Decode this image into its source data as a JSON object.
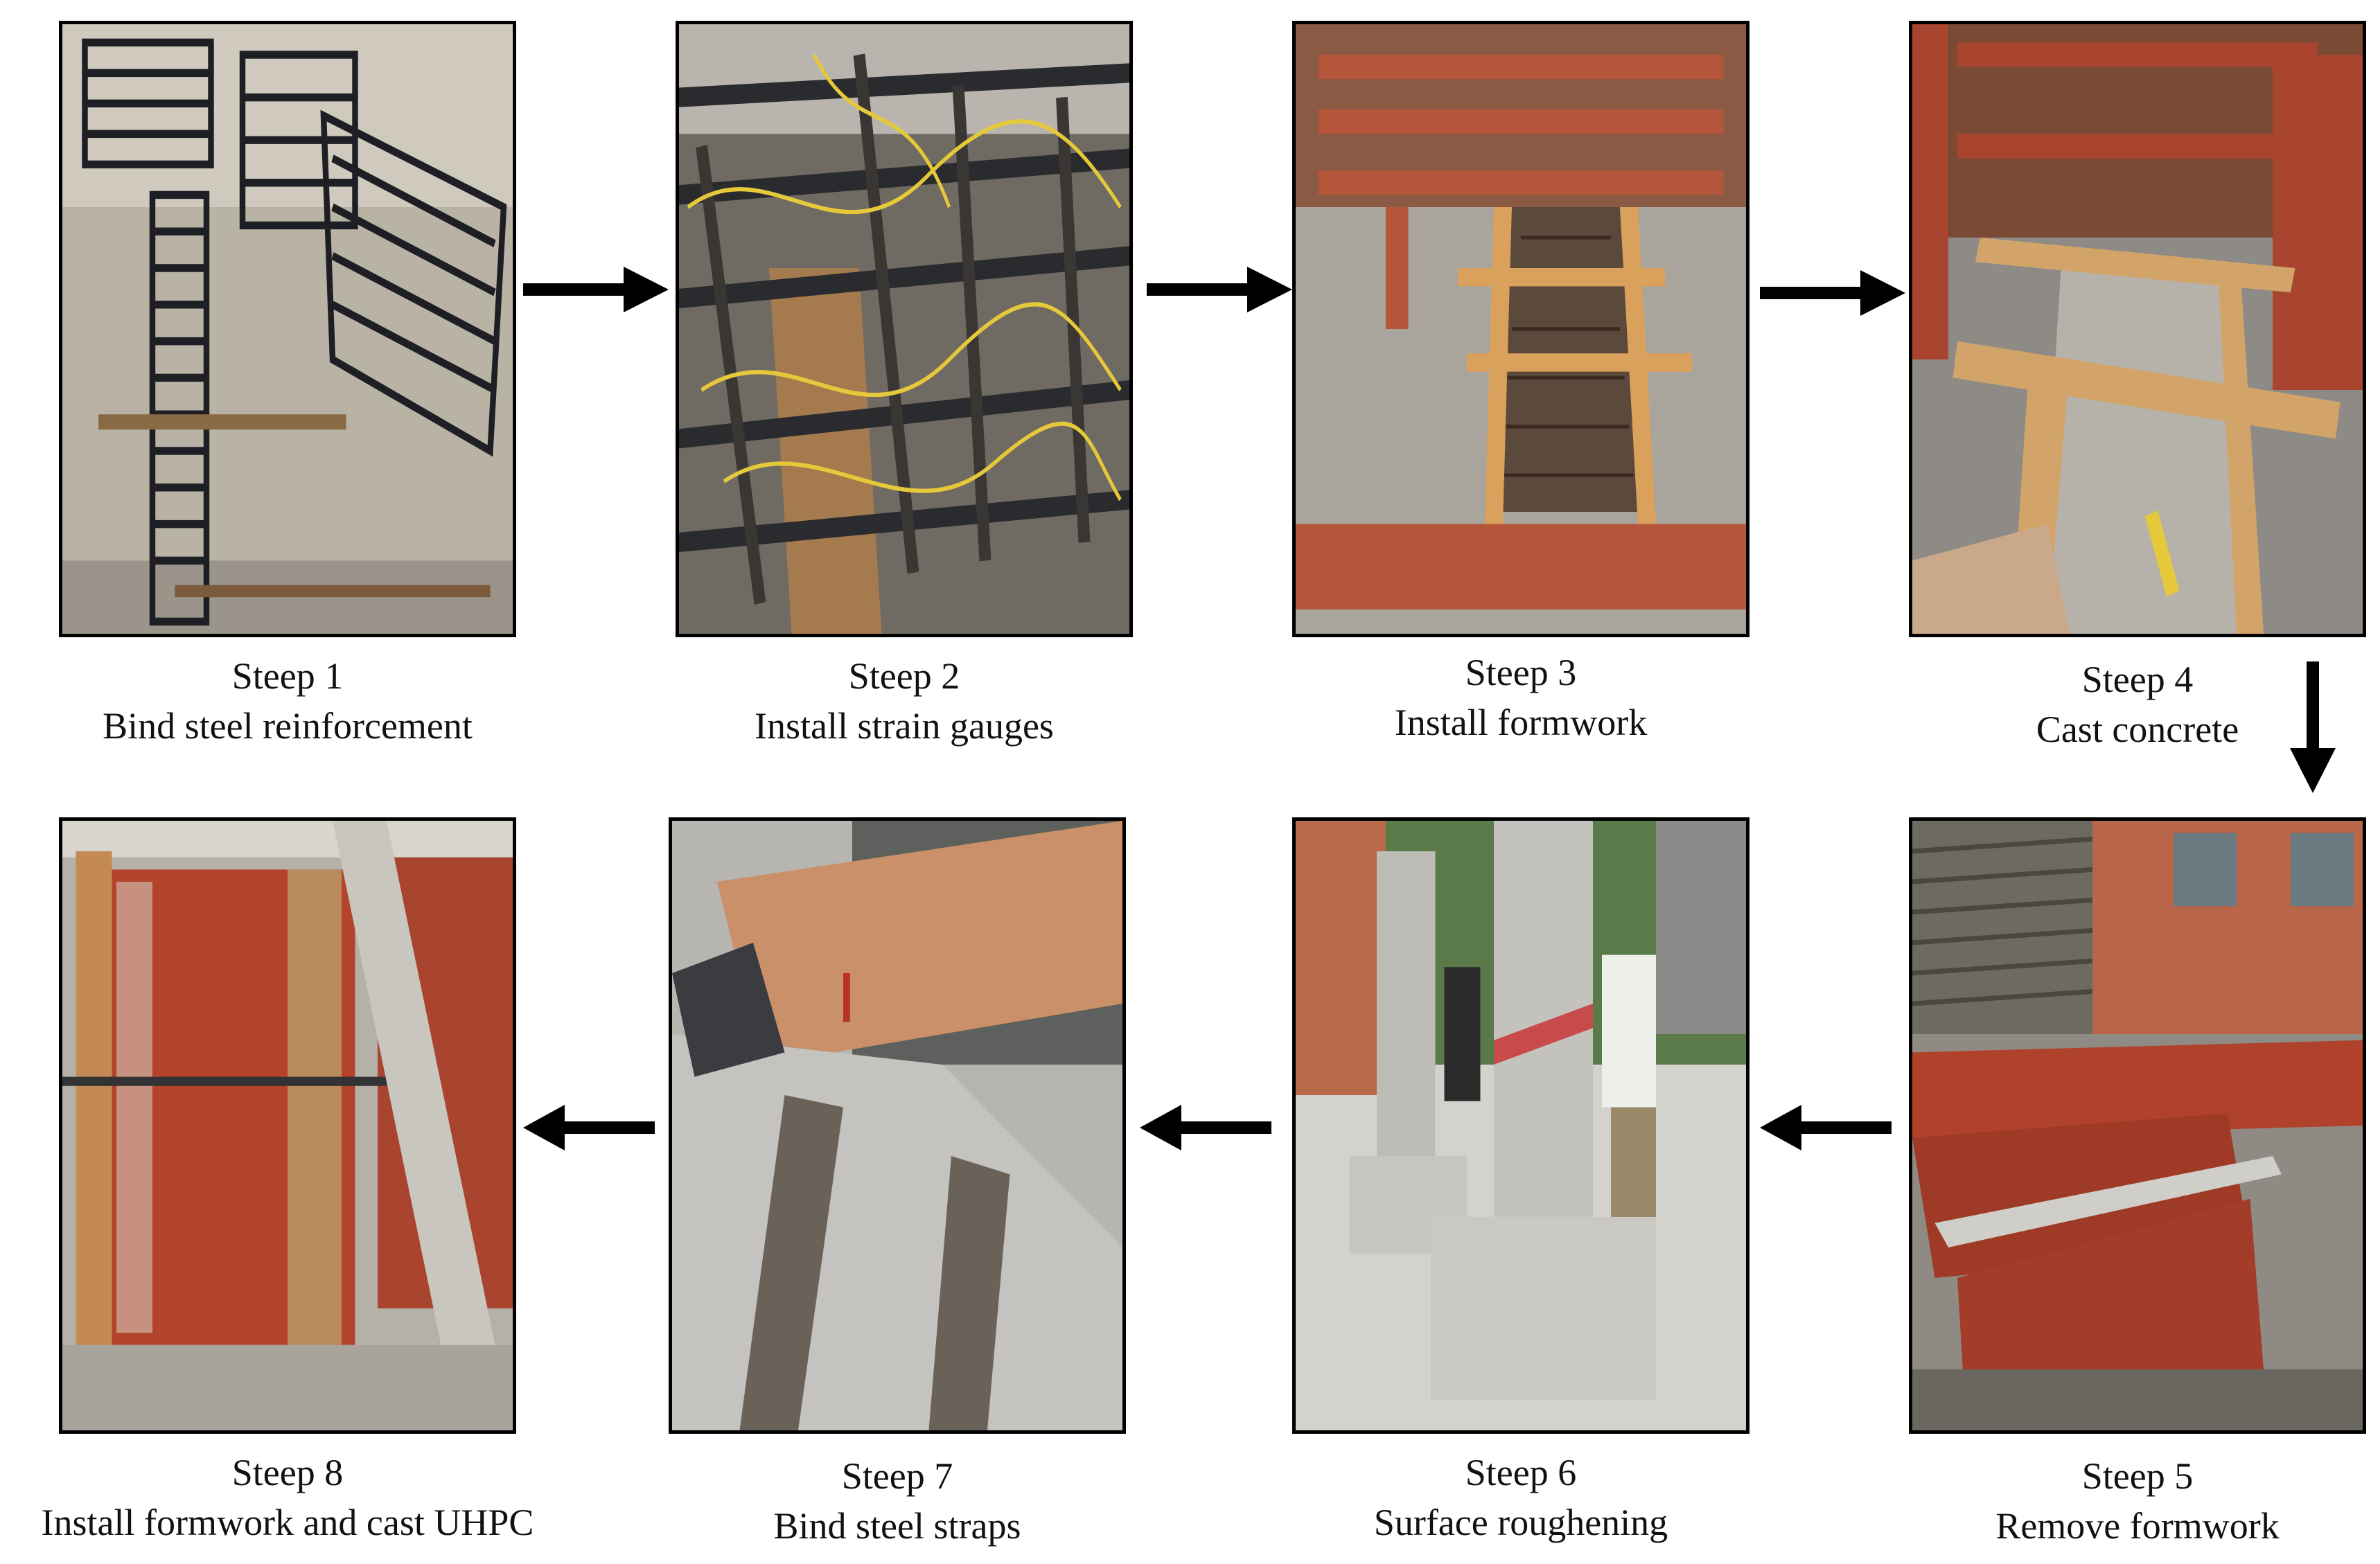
{
  "steps": [
    {
      "number": "Steep 1",
      "title": "Bind steel reinforcement",
      "photo": "steel-cages-photo"
    },
    {
      "number": "Steep 2",
      "title": "Install strain gauges",
      "photo": "strain-gauge-wiring-photo"
    },
    {
      "number": "Steep 3",
      "title": "Install formwork",
      "photo": "formwork-photo"
    },
    {
      "number": "Steep 4",
      "title": "Cast concrete",
      "photo": "concrete-casting-photo"
    },
    {
      "number": "Steep 5",
      "title": "Remove formwork",
      "photo": "formwork-removal-photo"
    },
    {
      "number": "Steep 6",
      "title": "Surface roughening",
      "photo": "surface-roughening-photo"
    },
    {
      "number": "Steep 7",
      "title": "Bind steel straps",
      "photo": "steel-straps-photo"
    },
    {
      "number": "Steep 8",
      "title": "Install formwork and cast UHPC",
      "photo": "uhpc-formwork-photo"
    }
  ],
  "arrows": [
    "right",
    "right",
    "right",
    "down",
    "left",
    "left",
    "left"
  ],
  "colors": {
    "arrow": "#000000",
    "border": "#000000"
  }
}
